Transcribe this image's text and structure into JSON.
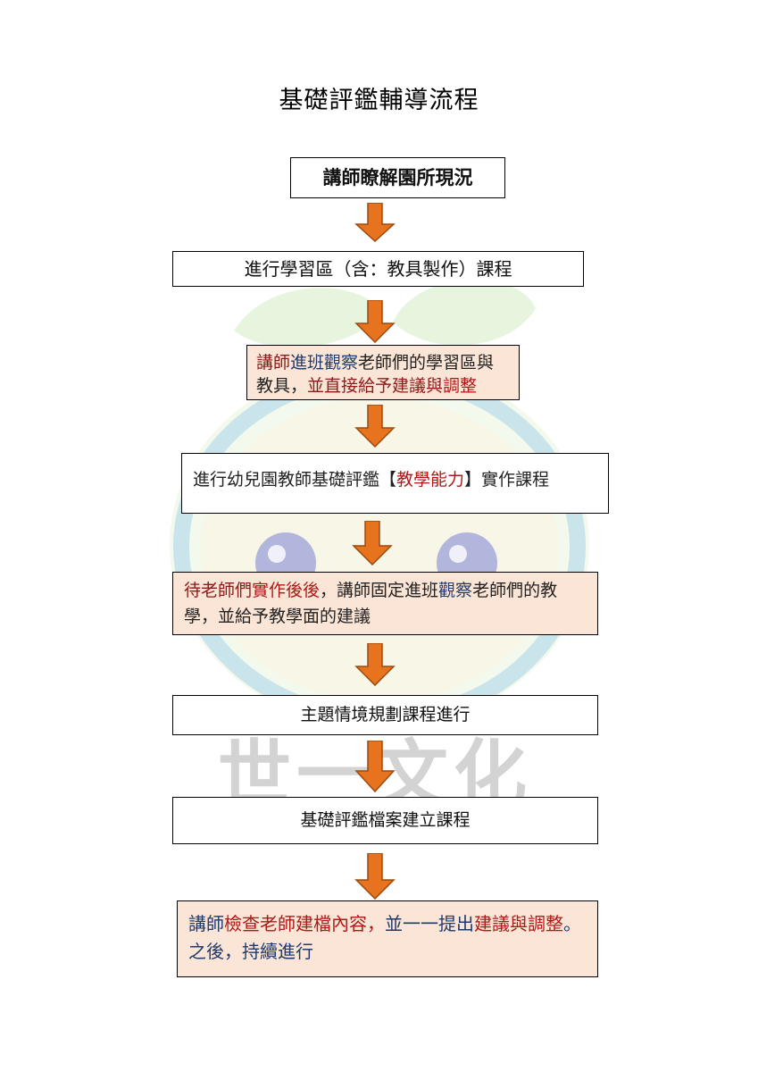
{
  "title": "基礎評鑑輔導流程",
  "steps": [
    {
      "segments": [
        {
          "text": "講師瞭解園所現況"
        }
      ]
    },
    {
      "segments": [
        {
          "text": "進行學習區（含：教具製作）課程"
        }
      ]
    },
    {
      "segments": [
        {
          "text": "講師",
          "color": "brown"
        },
        {
          "text": "進班觀察",
          "color": "blue"
        },
        {
          "text": "老師們的學習區與教具，",
          "color": "dark"
        },
        {
          "text": "並直接給予建議與",
          "color": "brown"
        },
        {
          "text": "調整",
          "color": "red"
        }
      ]
    },
    {
      "segments": [
        {
          "text": "進行幼兒園教師基礎評鑑【",
          "color": "dark"
        },
        {
          "text": "教學能力",
          "color": "red"
        },
        {
          "text": "】實作課程",
          "color": "dark"
        }
      ]
    },
    {
      "segments": [
        {
          "text": "待老師們",
          "color": "brown"
        },
        {
          "text": "實作後後",
          "color": "red"
        },
        {
          "text": "，講師固定進班",
          "color": "dark"
        },
        {
          "text": "觀察",
          "color": "blue"
        },
        {
          "text": "老師們的教學，並給予教學面的建議",
          "color": "dark"
        }
      ]
    },
    {
      "segments": [
        {
          "text": "主題情境規劃課程進行"
        }
      ]
    },
    {
      "segments": [
        {
          "text": "基礎評鑑檔案建立課程"
        }
      ]
    },
    {
      "segments": [
        {
          "text": "講師",
          "color": "blue"
        },
        {
          "text": "檢查老師建檔內容，",
          "color": "red"
        },
        {
          "text": "並一一提出",
          "color": "blue"
        },
        {
          "text": "建議與調整",
          "color": "red"
        },
        {
          "text": "。之後，持續進行",
          "color": "blue"
        }
      ]
    }
  ],
  "watermark": {
    "text": "世一文化"
  },
  "colors": {
    "arrow_fill": "#e8731f",
    "arrow_stroke": "#9a4a10",
    "brown": "#8b1a1a",
    "blue": "#1f3a6b",
    "red": "#b01818",
    "dark": "#222222",
    "peach": "#fbe5d6"
  }
}
